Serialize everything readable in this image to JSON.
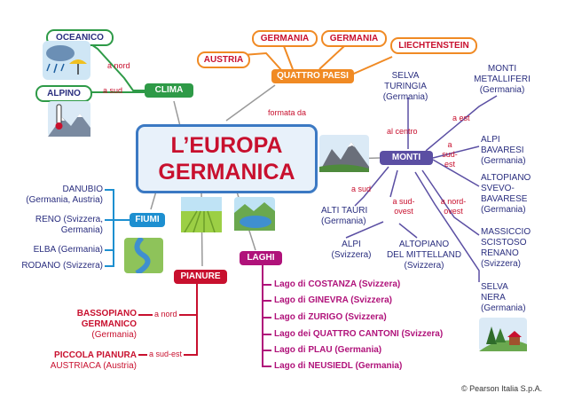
{
  "central": {
    "line1": "L’EUROPA",
    "line2": "GERMANICA"
  },
  "nodes": {
    "clima": "CLIMA",
    "quattro_paesi": "QUATTRO PAESI",
    "monti": "MONTI",
    "fiumi": "FIUMI",
    "pianure": "PIANURE",
    "laghi": "LAGHI"
  },
  "clima": {
    "oceanico": "OCEANICO",
    "alpino": "ALPINO",
    "a_nord": "a nord",
    "a_sud": "a sud"
  },
  "paesi": {
    "austria": "AUSTRIA",
    "germania1": "GERMANIA",
    "germania2": "GERMANIA",
    "liechtenstein": "LIECHTENSTEIN",
    "formata_da": "formata da"
  },
  "monti": {
    "selva_turingia": [
      "SELVA",
      "TURINGIA",
      "(Germania)"
    ],
    "monti_metalliferi": [
      "MONTI",
      "METALLIFERI",
      "(Germania)"
    ],
    "al_centro": "al centro",
    "a_est": "a est",
    "a_sud_est": [
      "a",
      "sud-",
      "est"
    ],
    "alpi_bavaresi": [
      "ALPI",
      "BAVARESI",
      "(Germania)"
    ],
    "altopiano_svevo": [
      "ALTOPIANO",
      "SVEVO-",
      "BAVARESE",
      "(Germania)"
    ],
    "a_sud": "a sud",
    "alti_tauri": [
      "ALTI TAURI",
      "(Germania)"
    ],
    "a_sud_ovest": [
      "a sud-",
      "ovest"
    ],
    "a_nord_ovest": [
      "a nord-",
      "ovest"
    ],
    "massiccio": [
      "MASSICCIO",
      "SCISTOSO",
      "RENANO",
      "(Svizzera)"
    ],
    "alpi_svizzera": [
      "ALPI",
      "(Svizzera)"
    ],
    "altopiano_mittelland": [
      "ALTOPIANO",
      "DEL MITTELLAND",
      "(Svizzera)"
    ],
    "selva_nera": [
      "SELVA",
      "NERA",
      "(Germania)"
    ]
  },
  "fiumi": {
    "danubio": [
      "DANUBIO",
      "(Germania, Austria)"
    ],
    "reno": [
      "RENO (Svizzera,",
      "Germania)"
    ],
    "elba": "ELBA (Germania)",
    "rodano": "RODANO (Svizzera)"
  },
  "pianure": {
    "bassopiano": [
      "BASSOPIANO",
      "GERMANICO",
      "(Germania)"
    ],
    "a_nord": "a nord",
    "piccola": [
      "PICCOLA PIANURA",
      "AUSTRIACA (Austria)"
    ],
    "a_sud_est": "a sud-est"
  },
  "laghi": [
    "Lago di COSTANZA (Svizzera)",
    "Lago di GINEVRA (Svizzera)",
    "Lago di ZURIGO (Svizzera)",
    "Lago dei QUATTRO CANTONI (Svizzera)",
    "Lago di PLAU (Germania)",
    "Lago di NEUSIEDL (Germania)"
  ],
  "copyright": "© Pearson Italia S.p.A.",
  "colors": {
    "central_bg": "#e8f1fa",
    "central_border": "#3b79c3",
    "central_text": "#c8102e",
    "clima": "#2e9a47",
    "paesi": "#f08a24",
    "monti": "#5b4fa3",
    "fiumi": "#1d8fd0",
    "pianure": "#c8102e",
    "laghi": "#b0127a"
  },
  "icons": [
    "rain-cloud-icon",
    "thermometer-mountain-icon",
    "mountain-icon",
    "field-icon",
    "lake-icon",
    "river-icon",
    "tree-hill-icon"
  ]
}
